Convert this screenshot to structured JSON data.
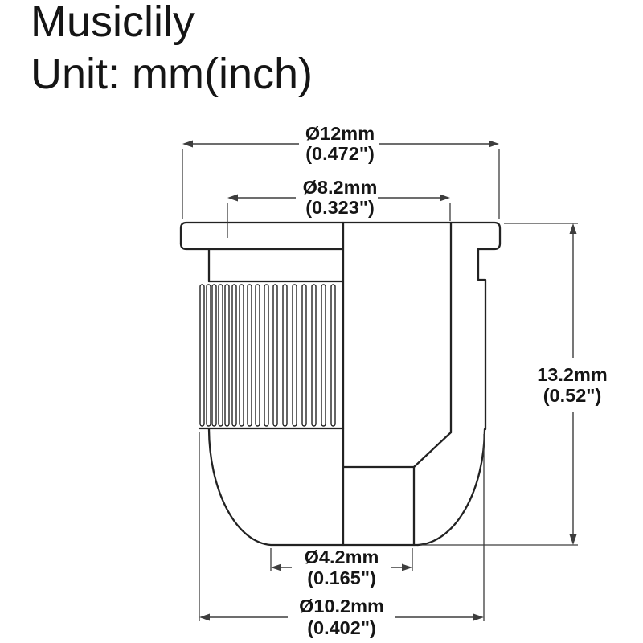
{
  "header": {
    "brand": "Musiclily",
    "unit_label": "Unit: mm(inch)"
  },
  "dimensions": {
    "flange_diameter": {
      "mm": "Ø12mm",
      "inch": "(0.472\")"
    },
    "bore_diameter": {
      "mm": "Ø8.2mm",
      "inch": "(0.323\")"
    },
    "height": {
      "mm": "13.2mm",
      "inch": "(0.52\")"
    },
    "hole_diameter": {
      "mm": "Ø4.2mm",
      "inch": "(0.165\")"
    },
    "body_diameter": {
      "mm": "Ø10.2mm",
      "inch": "(0.402\")"
    }
  },
  "colors": {
    "outline": "#222222",
    "dimension_lines": "#3d3d3d",
    "text": "#151515",
    "background": "#ffffff"
  }
}
